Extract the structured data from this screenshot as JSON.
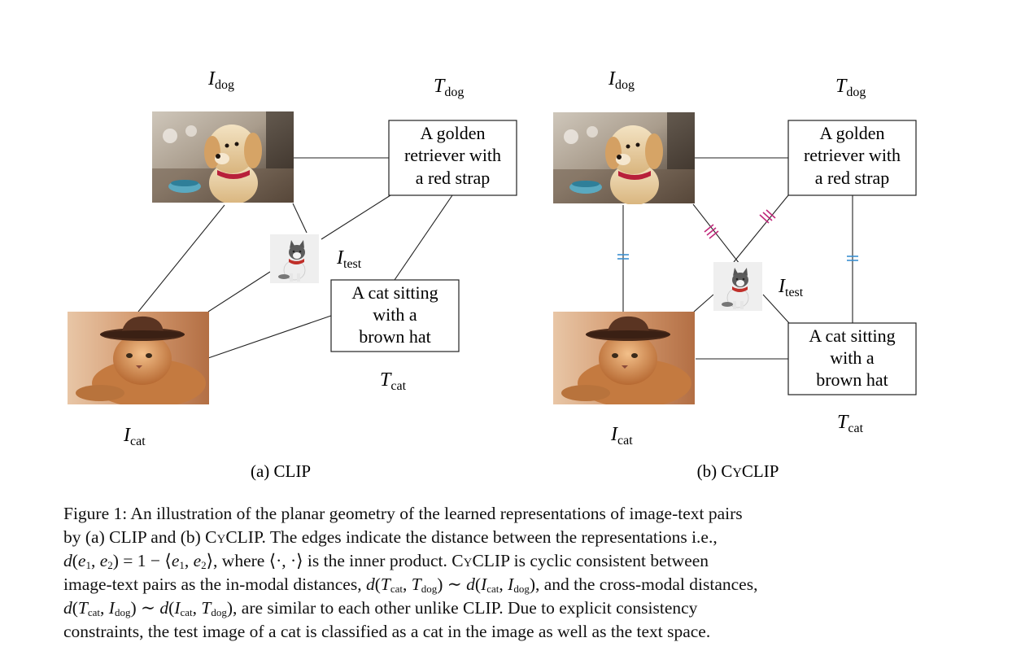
{
  "panels": [
    {
      "caption": "(a) CLIP",
      "nodes": {
        "i_dog": {
          "var": "I",
          "sub": "dog"
        },
        "t_dog": {
          "var": "T",
          "sub": "dog"
        },
        "i_test": {
          "var": "I",
          "sub": "test"
        },
        "t_cat": {
          "var": "T",
          "sub": "cat"
        },
        "i_cat": {
          "var": "I",
          "sub": "cat"
        }
      },
      "text_dog": [
        "A golden",
        "retriever with",
        "a red strap"
      ],
      "text_cat": [
        "A cat sitting",
        "with a",
        "brown hat"
      ]
    },
    {
      "caption_prefix": "(b) C",
      "caption_smallcaps": "y",
      "caption_suffix": "CLIP",
      "nodes": {
        "i_dog": {
          "var": "I",
          "sub": "dog"
        },
        "t_dog": {
          "var": "T",
          "sub": "dog"
        },
        "i_test": {
          "var": "I",
          "sub": "test"
        },
        "t_cat": {
          "var": "T",
          "sub": "cat"
        },
        "i_cat": {
          "var": "I",
          "sub": "cat"
        }
      },
      "text_dog": [
        "A golden",
        "retriever with",
        "a red strap"
      ],
      "text_cat": [
        "A cat sitting",
        "with a",
        "brown hat"
      ]
    }
  ],
  "tick_colors": {
    "single": "#3a8fd0",
    "triple": "#c0287a"
  },
  "caption": {
    "l1": "Figure 1: An illustration of the planar geometry of the learned representations of image-text pairs",
    "l2a": "by (a) CLIP and (b) C",
    "l2b": "y",
    "l2c": "CLIP. The edges indicate the distance between the representations i.e.,",
    "l3a": "d",
    "l3b": "(",
    "l3c": "e",
    "l3d": "1",
    "l3e": ", ",
    "l3f": "e",
    "l3g": "2",
    "l3h": ") = 1 − ⟨",
    "l3i": "e",
    "l3j": "1",
    "l3k": ", ",
    "l3l": "e",
    "l3m": "2",
    "l3n": "⟩, where ⟨·, ·⟩ is the inner product. C",
    "l3o": "y",
    "l3p": "CLIP is cyclic consistent between",
    "l4a": "image-text pairs as the in-modal distances, ",
    "l4b": "d",
    "l4c": "(",
    "l4d": "T",
    "l4e": "cat",
    "l4f": ", ",
    "l4g": "T",
    "l4h": "dog",
    "l4i": ") ∼ ",
    "l4j": "d",
    "l4k": "(",
    "l4l": "I",
    "l4m": "cat",
    "l4n": ", ",
    "l4o": "I",
    "l4p": "dog",
    "l4q": "), and the cross-modal distances,",
    "l5a": "d",
    "l5b": "(",
    "l5c": "T",
    "l5d": "cat",
    "l5e": ", ",
    "l5f": "I",
    "l5g": "dog",
    "l5h": ") ∼ ",
    "l5i": "d",
    "l5j": "(",
    "l5k": "I",
    "l5l": "cat",
    "l5m": ", ",
    "l5n": "T",
    "l5o": "dog",
    "l5p": "), are similar to each other unlike CLIP. Due to explicit consistency",
    "l6": "constraints, the test image of a cat is classified as a cat in the image as well as the text space."
  }
}
